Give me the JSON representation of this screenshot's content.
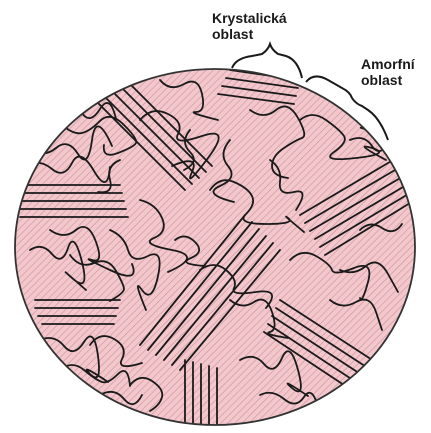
{
  "labels": {
    "crystalline": [
      "Krystalická",
      "oblast"
    ],
    "amorphous": [
      "Amorfní",
      "oblast"
    ]
  },
  "colors": {
    "fill": "#f3c7cc",
    "hatch": "#c99aa0",
    "chain": "#1a1a1a",
    "outline": "#333333"
  }
}
